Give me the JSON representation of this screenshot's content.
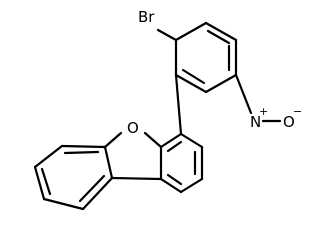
{
  "atom_labels": {
    "bromine": "Br",
    "furan_oxygen": "O",
    "nitro_nitrogen": "N",
    "nitro_n_charge": "+",
    "nitro_oxygen": "O",
    "nitro_o_charge": "−"
  },
  "colors": {
    "bonds": "#000000",
    "labels": "#000000",
    "background": "#ffffff"
  }
}
